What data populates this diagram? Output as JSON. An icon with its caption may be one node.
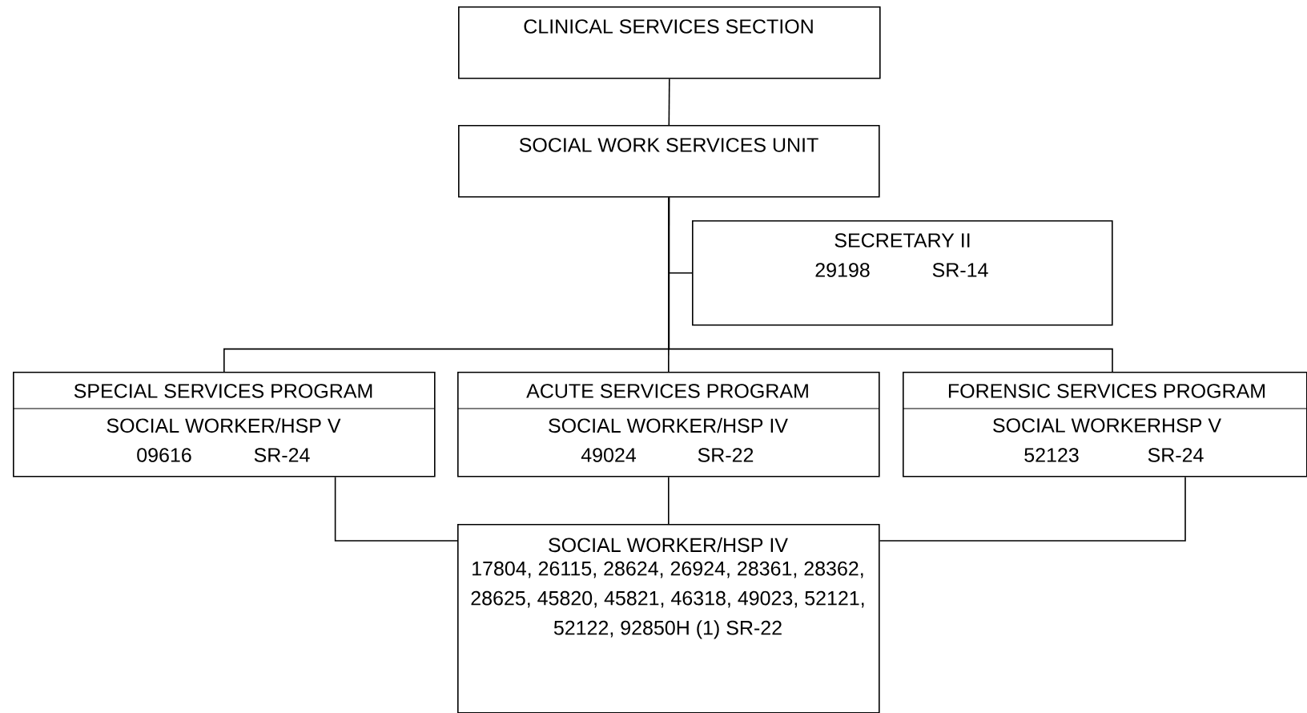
{
  "diagram": {
    "nodes": [
      {
        "text": [
          "CLINICAL SERVICES SECTION"
        ]
      },
      {
        "text": [
          "SOCIAL WORK SERVICES UNIT"
        ]
      },
      {
        "text": [
          "SECRETARY II",
          "29198",
          "SR-14"
        ]
      },
      {
        "text": [
          "SPECIAL SERVICES PROGRAM",
          "SOCIAL WORKER/HSP V",
          "09616",
          "SR-24"
        ]
      },
      {
        "text": [
          "ACUTE SERVICES PROGRAM",
          "SOCIAL WORKER/HSP IV",
          "49024",
          "SR-22"
        ]
      },
      {
        "text": [
          "FORENSIC SERVICES PROGRAM",
          "SOCIAL WORKERHSP V",
          "52123",
          "SR-24"
        ]
      },
      {
        "text": [
          "SOCIAL WORKER/HSP IV",
          "17804, 26115, 28624, 26924, 28361, 28362, 28625, 45820, 45821, 46318, 49023, 52121, 52122, 92850H (1) SR-22"
        ]
      }
    ],
    "edges": [
      {
        "from": 0,
        "to": 1,
        "arrow": "none"
      },
      {
        "from": 1,
        "to": 2,
        "arrow": "none"
      },
      {
        "from": 1,
        "to": 3,
        "arrow": "none"
      },
      {
        "from": 1,
        "to": 4,
        "arrow": "none"
      },
      {
        "from": 1,
        "to": 5,
        "arrow": "none"
      },
      {
        "from": 4,
        "to": 6,
        "arrow": "none"
      },
      {
        "from": 3,
        "to": 6,
        "arrow": "none"
      },
      {
        "from": 5,
        "to": 6,
        "arrow": "none"
      }
    ]
  }
}
